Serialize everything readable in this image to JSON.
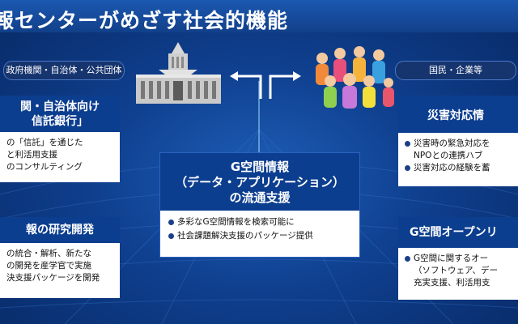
{
  "title": "報センターがめざす社会的機能",
  "left_group": {
    "label": "政府機関・自治体・公共団体"
  },
  "right_group": {
    "label": "国民・企業等"
  },
  "boxes": {
    "top_left": {
      "title_lines": [
        "関・自治体向け",
        "信託銀行」"
      ],
      "items": [
        "の「信託」を通じた",
        "と利活用支援",
        "のコンサルティング"
      ]
    },
    "bottom_left": {
      "title": "報の研究開発",
      "items": [
        "の統合・解析、新たな",
        "の開発を産学官で実施",
        "決支援パッケージを開発"
      ]
    },
    "center": {
      "title_lines": [
        "G空間情報",
        "（データ・アプリケーション）",
        "の流通支援"
      ],
      "items": [
        "多彩なG空間情報を検索可能に",
        "社会課題解決支援のパッケージ提供"
      ]
    },
    "top_right": {
      "title": "災害対応情",
      "items": [
        "災害時の緊急対応を",
        "NPOとの連携ハブ",
        "災害対応の経験を蓄"
      ]
    },
    "bottom_right": {
      "title": "G空間オープンリ",
      "items": [
        "G空間に関するオー",
        "（ソフトウェア、デー",
        "充実支援、利活用支"
      ]
    }
  },
  "colors": {
    "background": "#0f3f8e",
    "box_header": "#0c3e8f",
    "accent_line": "#9fd4ff"
  }
}
